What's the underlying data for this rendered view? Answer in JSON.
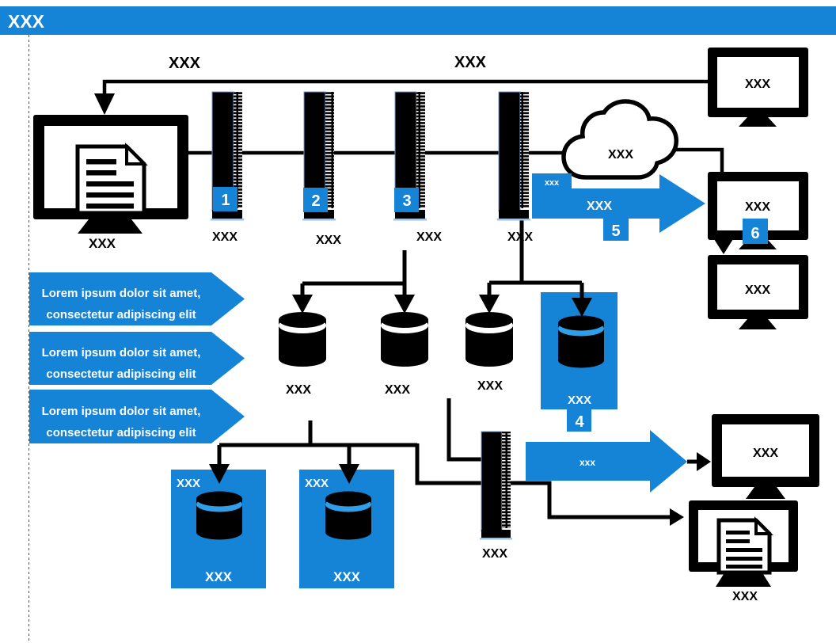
{
  "colors": {
    "accent": "#1583d6",
    "cylinder_ring_on_blue": "#2f9fe9",
    "line": "#000000"
  },
  "header": {
    "title": "XXX"
  },
  "flow_labels": {
    "left": "XXX",
    "center": "XXX"
  },
  "callouts": [
    {
      "line1": "Lorem ipsum dolor sit amet,",
      "line2": "consectetur adipiscing elit"
    },
    {
      "line1": "Lorem ipsum dolor sit amet,",
      "line2": "consectetur adipiscing elit"
    },
    {
      "line1": "Lorem ipsum dolor sit amet,",
      "line2": "consectetur adipiscing elit"
    }
  ],
  "nodes": {
    "client_monitor": {
      "label": "XXX"
    },
    "server1": {
      "label": "XXX",
      "badge": "1"
    },
    "server2": {
      "label": "XXX",
      "badge": "2"
    },
    "server3": {
      "label": "XXX",
      "badge": "3"
    },
    "server4": {
      "label": "XXX"
    },
    "cloud": {
      "label": "XXX"
    },
    "monitor_top_right": {
      "label": "XXX"
    },
    "monitor_mid_right": {
      "label": "XXX",
      "badge": "6"
    },
    "monitor_lower_right": {
      "label": "XXX"
    },
    "database1": {
      "label": "XXX"
    },
    "database2": {
      "label": "XXX"
    },
    "database3": {
      "label": "XXX"
    },
    "database4_panel": {
      "label": "XXX",
      "badge": "4"
    },
    "storage_panel_a": {
      "corner_label": "XXX",
      "label": "XXX"
    },
    "storage_panel_b": {
      "corner_label": "XXX",
      "label": "XXX"
    },
    "server5": {
      "label": "XXX"
    },
    "monitor_bottom_right": {
      "label": "XXX"
    },
    "doc_monitor": {
      "label": "XXX"
    }
  },
  "arrows": {
    "arrow5": {
      "tag": "xxx",
      "label": "XXX",
      "badge": "5"
    },
    "arrow_bottom": {
      "label": "xxx"
    }
  }
}
